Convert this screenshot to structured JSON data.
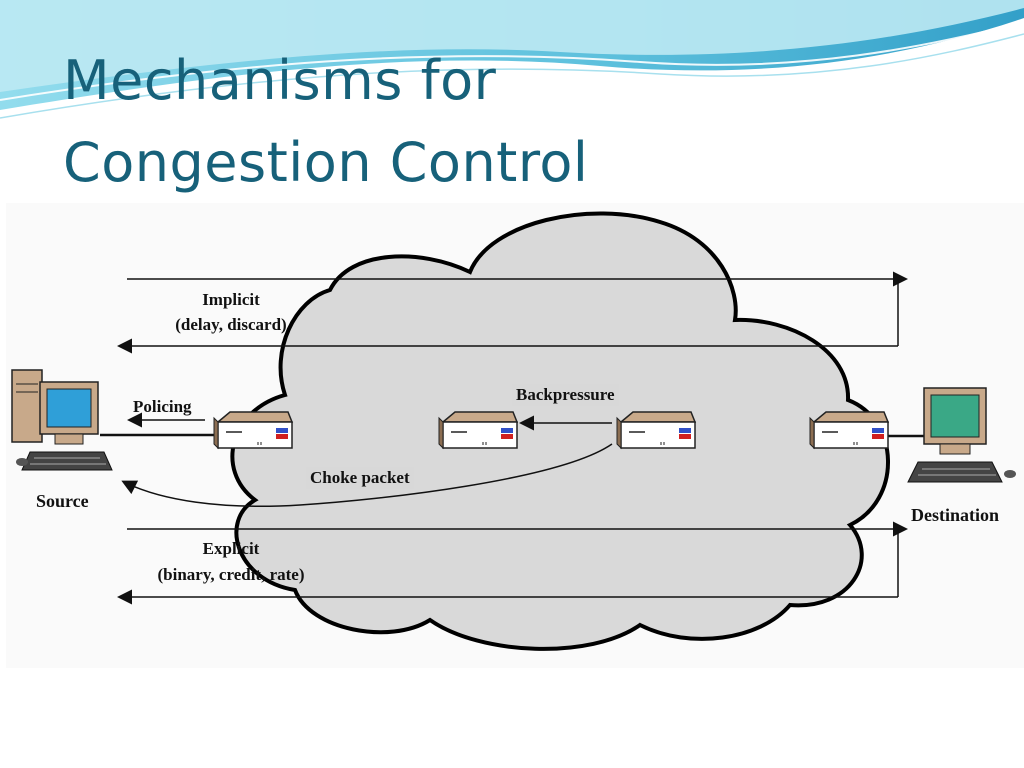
{
  "slide": {
    "title_line1": "Mechanisms for",
    "title_line2": "Congestion Control"
  },
  "diagram": {
    "labels": {
      "implicit": "Implicit",
      "implicit_detail": "(delay, discard)",
      "policing": "Policing",
      "backpressure": "Backpressure",
      "choke_packet": "Choke packet",
      "source": "Source",
      "destination": "Destination",
      "explicit": "Explicit",
      "explicit_detail": "(binary, credit, rate)"
    },
    "colors": {
      "title": "#17617a",
      "cloud_fill": "#d9d9d9",
      "screen": "#2f9fd8",
      "screen_dest": "#3aa886",
      "wave": "#4cc3dd"
    }
  }
}
